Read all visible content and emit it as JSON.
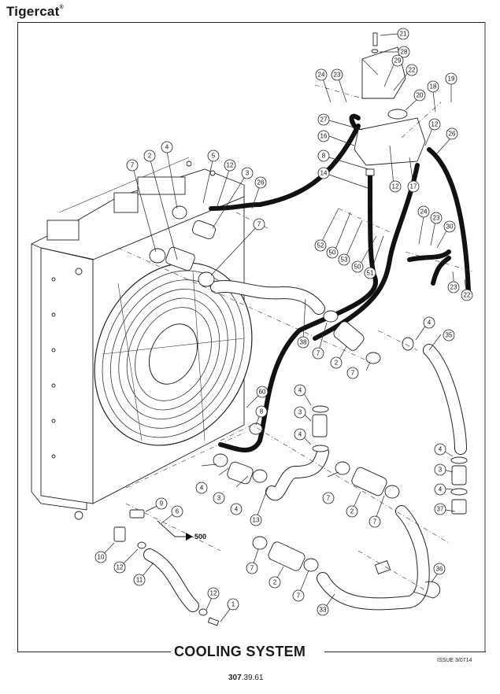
{
  "header": {
    "brand": "Tigercat",
    "brand_mark": "®"
  },
  "footer": {
    "section_title": "COOLING SYSTEM",
    "issue": "ISSUE 3/0714",
    "page_number_bold": "307",
    "page_number_rest": ".39.61"
  },
  "diagram": {
    "subject": "cooling-system-exploded-view",
    "reference_arrow_label": "500",
    "callouts": [
      {
        "id": "c21",
        "label": "21"
      },
      {
        "id": "c28",
        "label": "28"
      },
      {
        "id": "c29",
        "label": "29"
      },
      {
        "id": "c22a",
        "label": "22"
      },
      {
        "id": "c24a",
        "label": "24"
      },
      {
        "id": "c23a",
        "label": "23"
      },
      {
        "id": "c18",
        "label": "18"
      },
      {
        "id": "c19",
        "label": "19"
      },
      {
        "id": "c20",
        "label": "20"
      },
      {
        "id": "c27",
        "label": "27"
      },
      {
        "id": "c16",
        "label": "16"
      },
      {
        "id": "c12a",
        "label": "12"
      },
      {
        "id": "c26a",
        "label": "26"
      },
      {
        "id": "c8a",
        "label": "8"
      },
      {
        "id": "c14",
        "label": "14"
      },
      {
        "id": "c12b",
        "label": "12"
      },
      {
        "id": "c17",
        "label": "17"
      },
      {
        "id": "c4a",
        "label": "4"
      },
      {
        "id": "c7a",
        "label": "7"
      },
      {
        "id": "c2a",
        "label": "2"
      },
      {
        "id": "c5",
        "label": "5"
      },
      {
        "id": "c12c",
        "label": "12"
      },
      {
        "id": "c3a",
        "label": "3"
      },
      {
        "id": "c26b",
        "label": "26"
      },
      {
        "id": "c7b",
        "label": "7"
      },
      {
        "id": "c52",
        "label": "52"
      },
      {
        "id": "c50a",
        "label": "50"
      },
      {
        "id": "c53",
        "label": "53"
      },
      {
        "id": "c50b",
        "label": "50"
      },
      {
        "id": "c51",
        "label": "51"
      },
      {
        "id": "c24b",
        "label": "24"
      },
      {
        "id": "c23b",
        "label": "23"
      },
      {
        "id": "c30",
        "label": "30"
      },
      {
        "id": "c23c",
        "label": "23"
      },
      {
        "id": "c22b",
        "label": "22"
      },
      {
        "id": "c38",
        "label": "38"
      },
      {
        "id": "c7c",
        "label": "7"
      },
      {
        "id": "c2b",
        "label": "2"
      },
      {
        "id": "c7d",
        "label": "7"
      },
      {
        "id": "c4b",
        "label": "4"
      },
      {
        "id": "c35",
        "label": "35"
      },
      {
        "id": "c60",
        "label": "60"
      },
      {
        "id": "c8b",
        "label": "8"
      },
      {
        "id": "c4c",
        "label": "4"
      },
      {
        "id": "c3b",
        "label": "3"
      },
      {
        "id": "c4d",
        "label": "4"
      },
      {
        "id": "c4e",
        "label": "4"
      },
      {
        "id": "c3c",
        "label": "3"
      },
      {
        "id": "c4f",
        "label": "4"
      },
      {
        "id": "c13",
        "label": "13"
      },
      {
        "id": "c7e",
        "label": "7"
      },
      {
        "id": "c2c",
        "label": "2"
      },
      {
        "id": "c7f",
        "label": "7"
      },
      {
        "id": "c4g",
        "label": "4"
      },
      {
        "id": "c3d",
        "label": "3"
      },
      {
        "id": "c4h",
        "label": "4"
      },
      {
        "id": "c37",
        "label": "37"
      },
      {
        "id": "c9",
        "label": "9"
      },
      {
        "id": "c6",
        "label": "6"
      },
      {
        "id": "c10",
        "label": "10"
      },
      {
        "id": "c12d",
        "label": "12"
      },
      {
        "id": "c11",
        "label": "11"
      },
      {
        "id": "c7g",
        "label": "7"
      },
      {
        "id": "c2d",
        "label": "2"
      },
      {
        "id": "c7h",
        "label": "7"
      },
      {
        "id": "c33",
        "label": "33"
      },
      {
        "id": "c36",
        "label": "36"
      },
      {
        "id": "c12e",
        "label": "12"
      },
      {
        "id": "c1",
        "label": "1"
      }
    ]
  }
}
